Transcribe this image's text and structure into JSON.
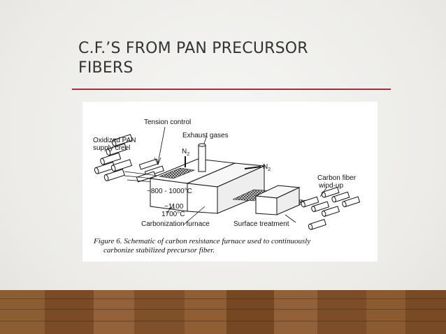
{
  "slide": {
    "title_line1": "C.F.’S FROM PAN PRECURSOR",
    "title_line2": "FIBERS",
    "accent_color": "#b8233a"
  },
  "figure": {
    "labels": {
      "tension_control": "Tension control",
      "exhaust_gases": "Exhaust gases",
      "oxidized_pan_1": "Oxidized PAN",
      "oxidized_pan_2": "supply creel",
      "n2_left": "N",
      "n2_left_sub": "2",
      "n2_right": "N",
      "n2_right_sub": "2",
      "carbon_fiber_1": "Carbon fiber",
      "carbon_fiber_2": "wind-up",
      "temp1": "~800 - 1000°C",
      "temp2a": "~1100",
      "temp2b": "1700°C",
      "carbonization_furnace": "Carbonization furnace",
      "surface_treatment": "Surface treatment"
    },
    "caption_line1": "Figure 6.  Schematic of carbon resistance furnace used to continuously",
    "caption_line2": "carbonize stabilized precursor fiber."
  }
}
